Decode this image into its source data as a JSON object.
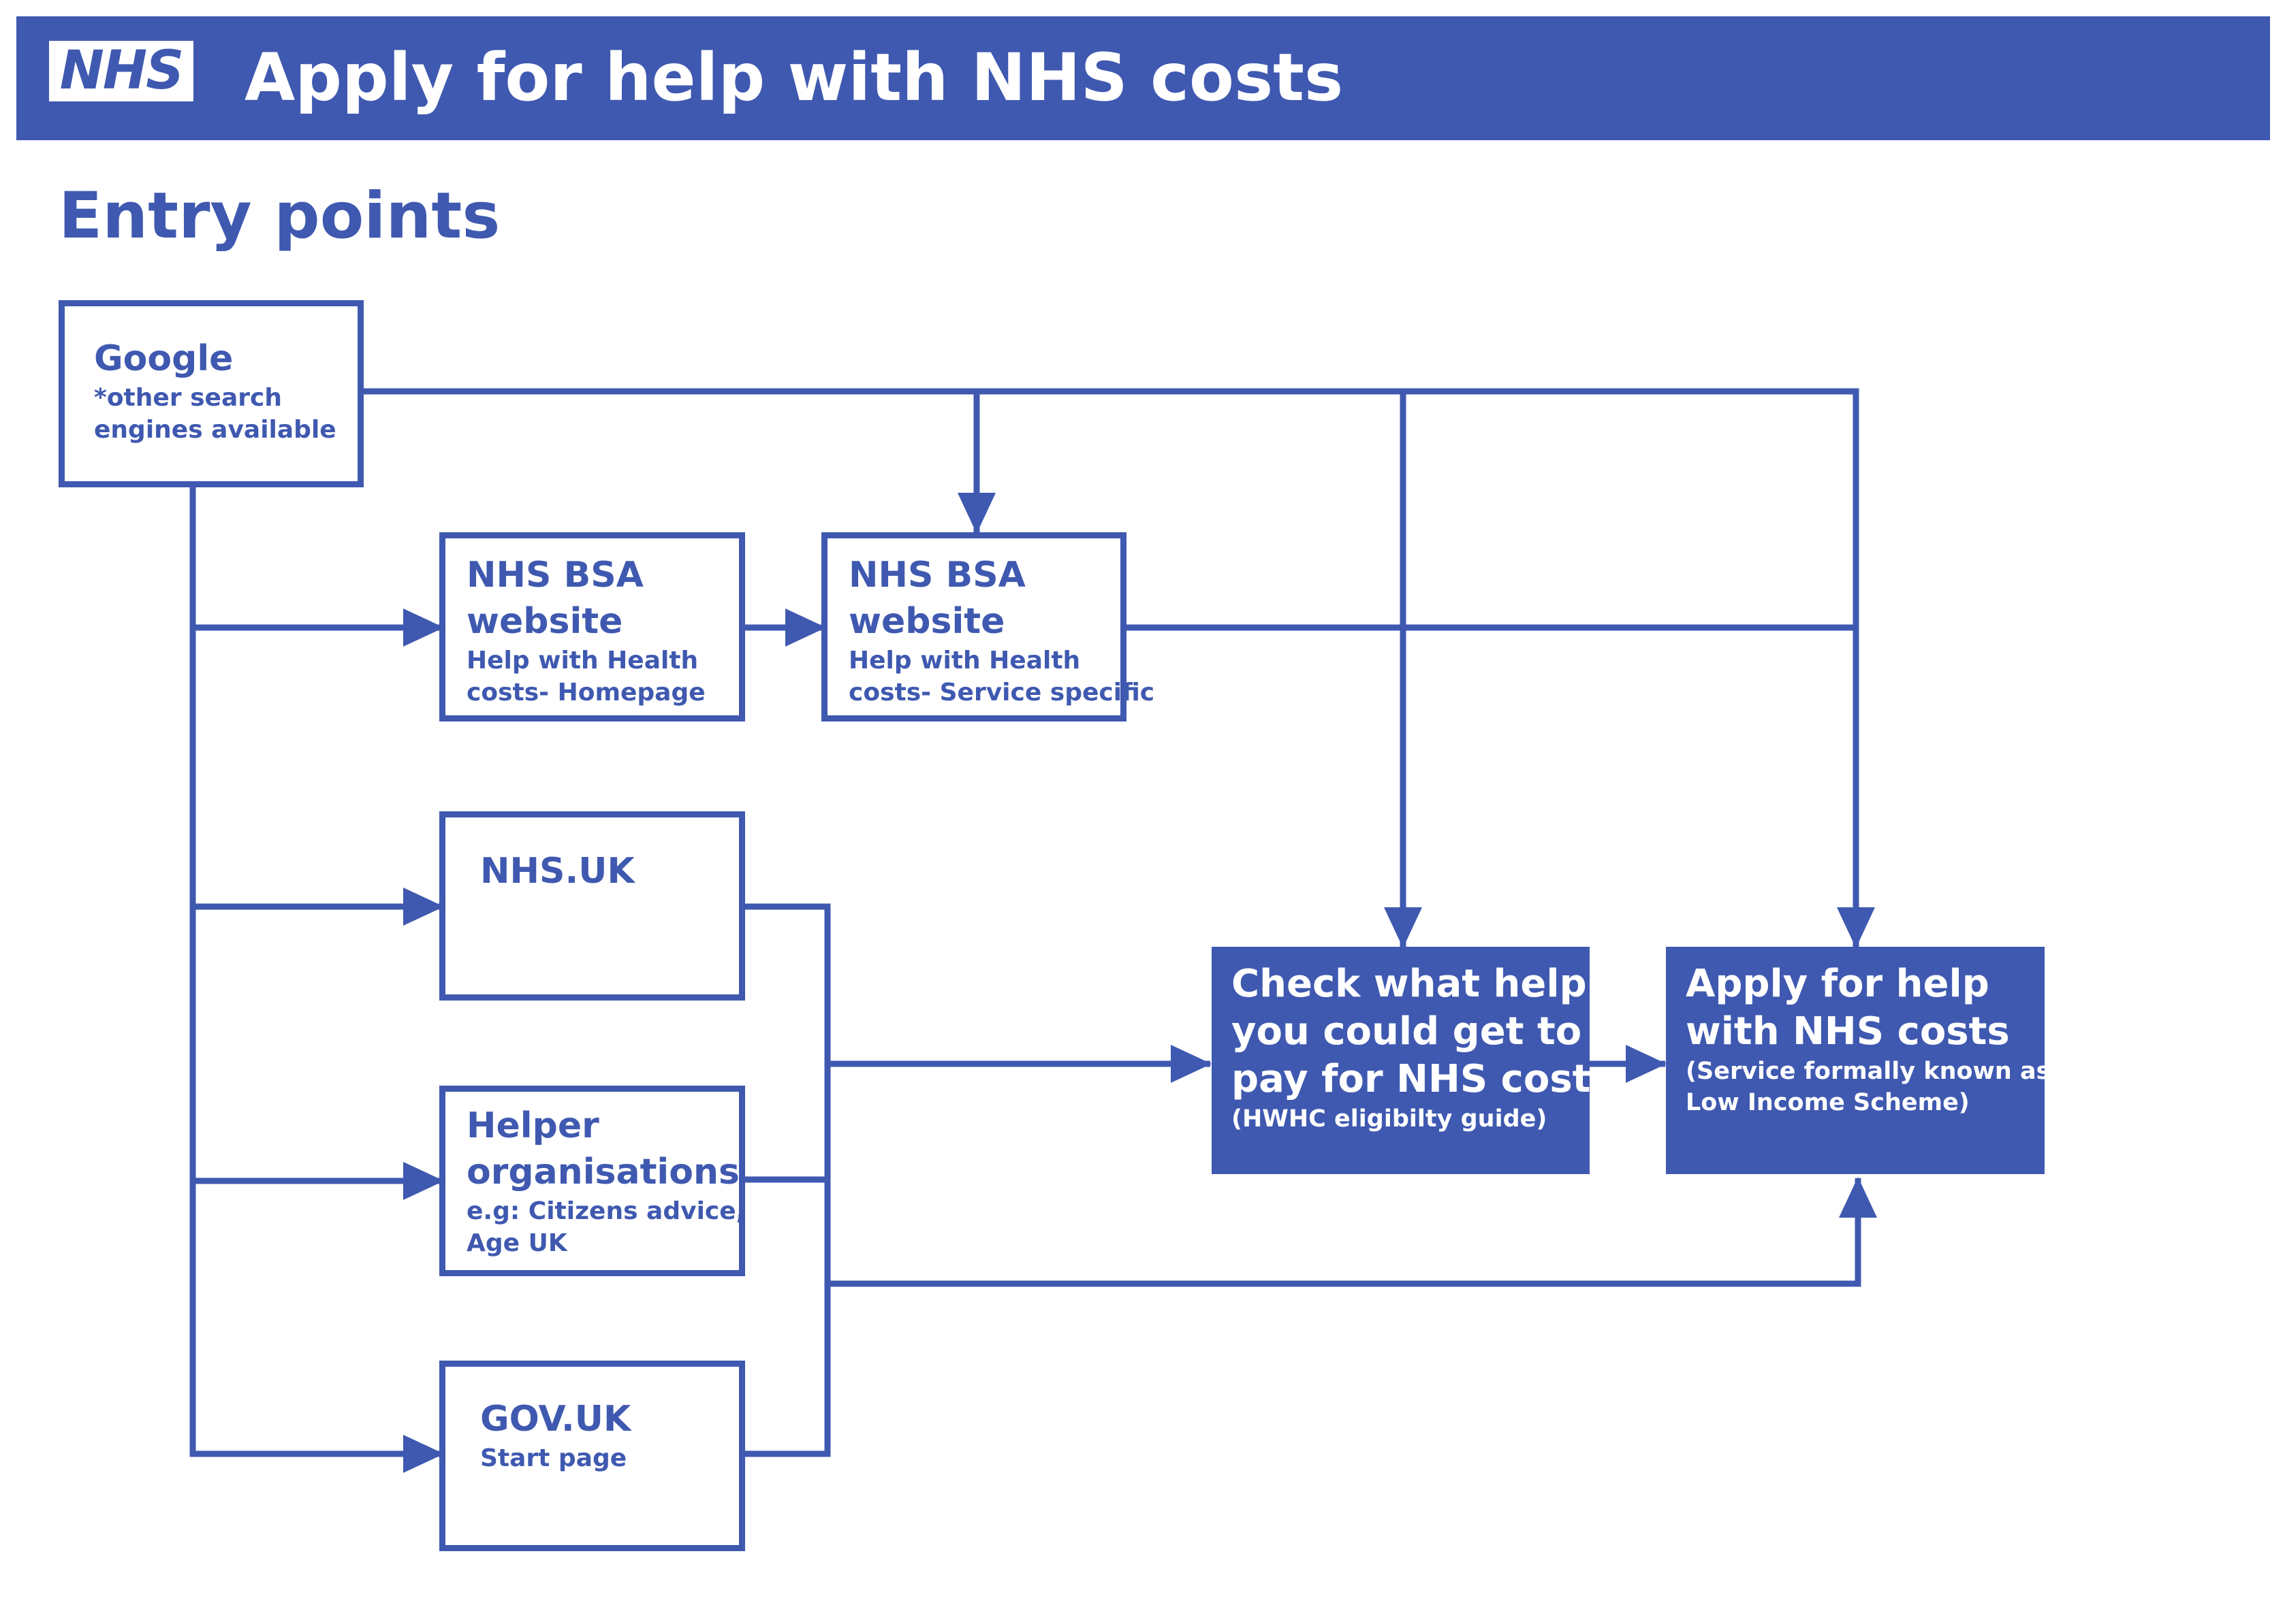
{
  "header": {
    "logo_text": "NHS",
    "title": "Apply for help with NHS costs"
  },
  "section_title": "Entry points",
  "nodes": {
    "google": {
      "title": "Google",
      "subtitle_line1": "*other search",
      "subtitle_line2": "engines available"
    },
    "bsa_home": {
      "title_line1": "NHS BSA",
      "title_line2": "website",
      "subtitle_line1": "Help with Health",
      "subtitle_line2": "costs- Homepage"
    },
    "bsa_service": {
      "title_line1": "NHS BSA",
      "title_line2": "website",
      "subtitle_line1": "Help with Health",
      "subtitle_line2": "costs- Service specific"
    },
    "nhs_uk": {
      "title": "NHS.UK"
    },
    "helper_orgs": {
      "title_line1": "Helper",
      "title_line2": "organisations",
      "subtitle_line1": "e.g: Citizens advice,",
      "subtitle_line2": "Age UK"
    },
    "gov_uk": {
      "title": "GOV.UK",
      "subtitle": "Start page"
    },
    "check_help": {
      "title_line1": "Check what help",
      "title_line2": "you could get to",
      "title_line3": "pay for NHS costs",
      "subtitle": "(HWHC eligibilty guide)"
    },
    "apply_help": {
      "title_line1": "Apply for help",
      "title_line2": "with NHS costs",
      "subtitle_line1": "(Service formally known as",
      "subtitle_line2": "Low Income Scheme)"
    }
  },
  "colors": {
    "nhs_blue": "#3f59b0",
    "white": "#ffffff"
  }
}
